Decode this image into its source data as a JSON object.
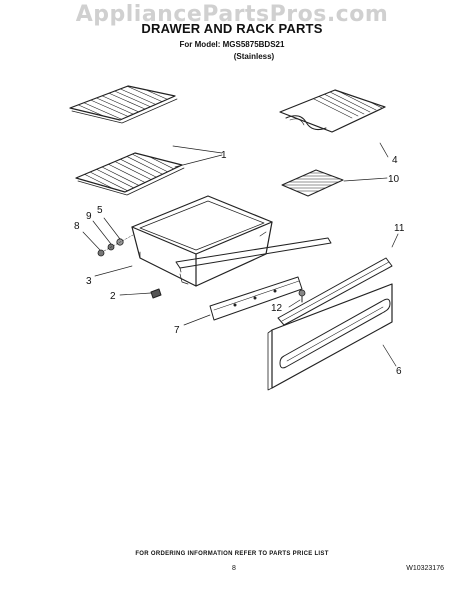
{
  "watermark": "AppliancePartsPros.com",
  "title": "DRAWER AND RACK PARTS",
  "subtitle": "For Model: MGS5875BDS21",
  "variant": "(Stainless)",
  "callouts": {
    "c1": "1",
    "c2": "2",
    "c3": "3",
    "c4": "4",
    "c5": "5",
    "c6": "6",
    "c7": "7",
    "c8": "8",
    "c9": "9",
    "c10": "10",
    "c11": "11",
    "c12": "12"
  },
  "footer": {
    "note": "FOR ORDERING INFORMATION REFER TO PARTS PRICE LIST",
    "page_number": "8",
    "doc_number": "W10323176"
  },
  "colors": {
    "line": "#222222",
    "watermark": "#d0d0d0",
    "background": "#ffffff"
  }
}
